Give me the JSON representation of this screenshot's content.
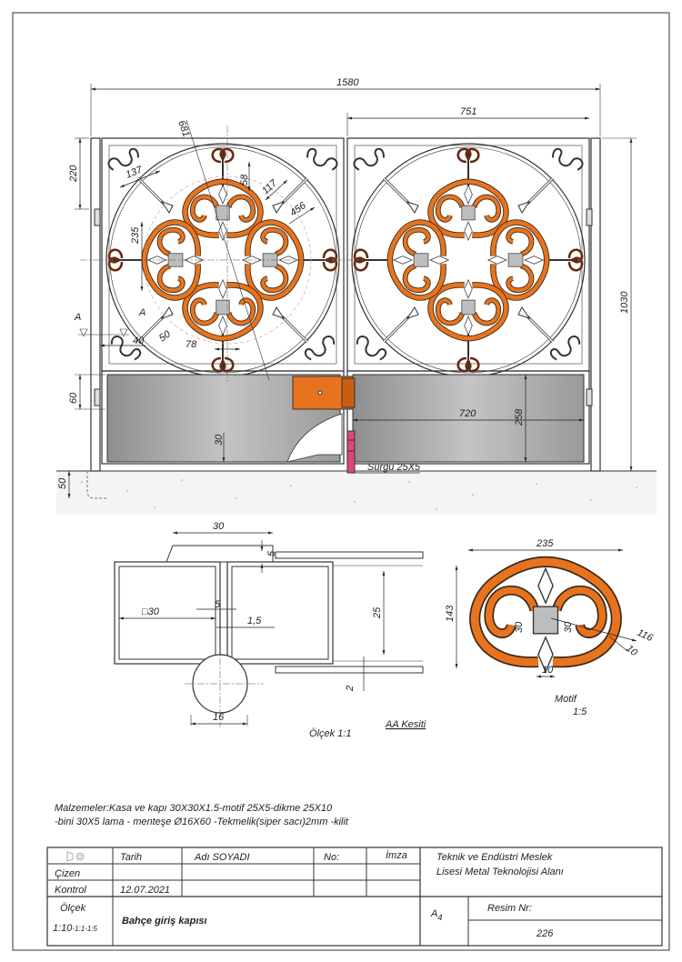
{
  "front_view": {
    "dims": {
      "overall_width": "1580",
      "leaf_width": "751",
      "top_offset": "220",
      "diag_681": "681",
      "corner_137": "137",
      "d58": "58",
      "d117": "117",
      "d456": "456",
      "d235": "235",
      "section_a_left": "A",
      "section_a_inner": "A",
      "d40": "40",
      "d50": "50",
      "d78": "78",
      "d60": "60",
      "d30": "30",
      "d720": "720",
      "d258": "258",
      "height_1030": "1030",
      "ground_50": "50"
    },
    "bolt_label": "Sürgü 25X5"
  },
  "section": {
    "dims": {
      "top_30": "30",
      "d5_top": "5",
      "square_30": "□30",
      "gap_5": "5",
      "wall_1_5": "1,5",
      "d25": "25",
      "d2": "2",
      "hinge_16": "16"
    },
    "title": "AA Kesiti",
    "scale": "Ölçek 1:1"
  },
  "motif_detail": {
    "dims": {
      "width_235": "235",
      "height_143": "143",
      "left_30": "30",
      "right_30": "30",
      "r116": "116",
      "t10": "10",
      "bottom_10": "10"
    },
    "title": "Motif",
    "scale": "1:5"
  },
  "notes": {
    "line1": "Malzemeler:Kasa ve kapı 30X30X1.5-motif 25X5-dikme 25X10",
    "line2": "-bini 30X5 lama - menteşe Ø16X60 -Tekmelik(siper sacı)2mm -kilit"
  },
  "title_block": {
    "col_date": "Tarih",
    "col_name": "Adı SOYADI",
    "col_no": "No:",
    "col_sign": "İmza",
    "row_drawn": "Çizen",
    "row_check": "Kontrol",
    "check_date": "12.07.2021",
    "school_line1": "Teknik ve Endüstri Meslek",
    "school_line2": "Lisesi Metal Teknolojisi Alanı",
    "scale_label": "Ölçek",
    "scale_main": "1:10",
    "scale_sub": "-1:1-1:5",
    "drawing_title": "Bahçe giriş kapısı",
    "paper": "A",
    "paper_sub": "4",
    "drawing_no_label": "Resim Nr:",
    "drawing_no": "226"
  },
  "colors": {
    "motif_orange": "#E8731E",
    "panel_grey": "#A8A8A8",
    "bolt_pink": "#E0457A"
  }
}
